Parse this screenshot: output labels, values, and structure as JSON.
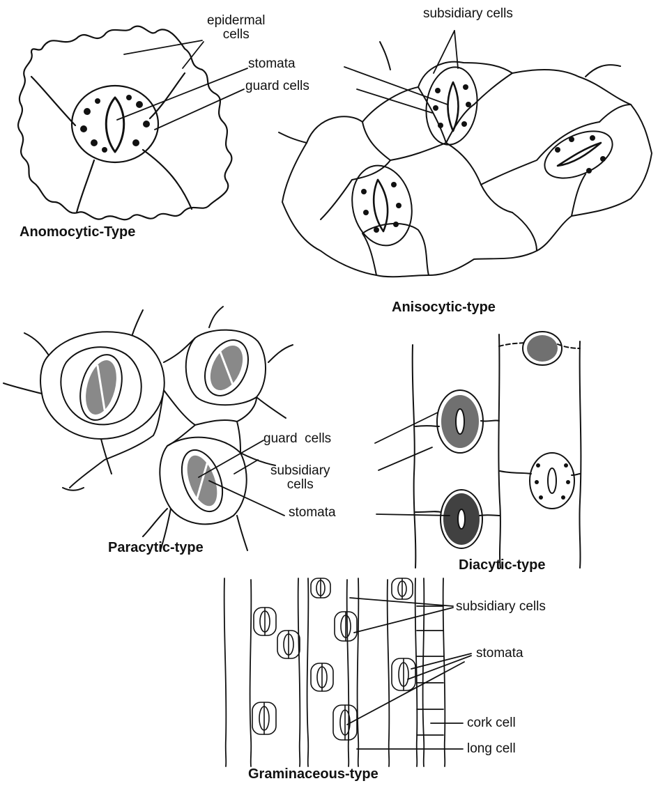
{
  "colors": {
    "ink": "#111111",
    "paper": "#ffffff"
  },
  "anomocytic": {
    "title": "Anomocytic-Type",
    "epidermal_cells": "epidermal\ncells",
    "stomata": "stomata",
    "guard_cells": "guard cells"
  },
  "anisocytic": {
    "title": "Anisocytic-type",
    "subsidiary_cells": "subsidiary cells"
  },
  "paracytic": {
    "title": "Paracytic-type",
    "guard_cells": "guard  cells",
    "subsidiary_cells": "subsidiary\ncells",
    "stomata": "stomata"
  },
  "diacytic": {
    "title": "Diacytic-type"
  },
  "graminaceous": {
    "title": "Graminaceous-type",
    "subsidiary_cells": "subsidiary cells",
    "stomata": "stomata",
    "cork_cell": "cork cell",
    "long_cell": "long cell"
  }
}
